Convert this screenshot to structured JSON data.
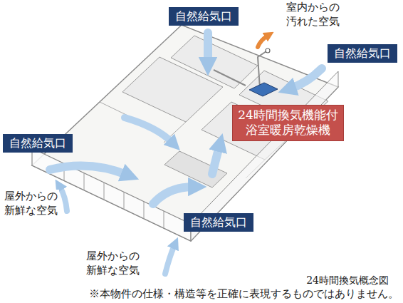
{
  "diagram": {
    "caption": "24時間換気概念図",
    "nodes": [
      {
        "text": [
          "自然給気口"
        ]
      },
      {
        "text": [
          "自然給気口"
        ]
      },
      {
        "text": [
          "24時間換気機能付 浴室暖房乾燥機"
        ]
      },
      {
        "text": [
          "自然給気口"
        ]
      },
      {
        "text": [
          "自然給気口"
        ]
      }
    ],
    "labels": [
      "室内からの 汚れた空気",
      "屋外からの 新鮮な空気",
      "屋外からの 新鮮な空気",
      "※本物件の仕様・構造等を正確に表現するものではありません。"
    ]
  }
}
